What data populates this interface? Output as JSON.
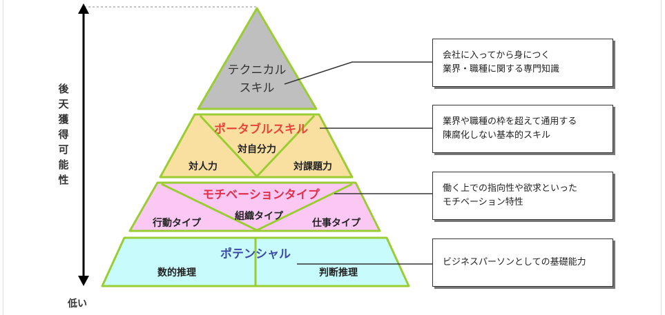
{
  "axis": {
    "label": "後天獲得可能性",
    "low_label": "低い"
  },
  "layers": [
    {
      "title": "テクニカル",
      "title2": "スキル",
      "color": "#bfbfbf"
    },
    {
      "title": "ポータブルスキル",
      "color": "#f9e0a0",
      "title_color": "#e8443a",
      "parts": [
        "対人力",
        "対自分力",
        "対課題力"
      ]
    },
    {
      "title": "モチベーションタイプ",
      "color": "#fbc8f4",
      "title_color": "#e0304a",
      "parts": [
        "行動タイプ",
        "組織タイプ",
        "仕事タイプ"
      ]
    },
    {
      "title": "ポテンシャル",
      "color": "#c8fbfb",
      "title_color": "#3a4aa8",
      "parts": [
        "数的推理",
        "判断推理"
      ]
    }
  ],
  "descriptions": [
    [
      "会社に入ってから身につく",
      "業界・職種に関する専門知識"
    ],
    [
      "業界や職種の枠を超えて通用する",
      "陳腐化しない基本的スキル"
    ],
    [
      "働く上での指向性や欲求といった",
      "モチベーション特性"
    ],
    [
      "ビジネスパーソンとしての基礎能力"
    ]
  ],
  "outline_color": "#9acd32"
}
